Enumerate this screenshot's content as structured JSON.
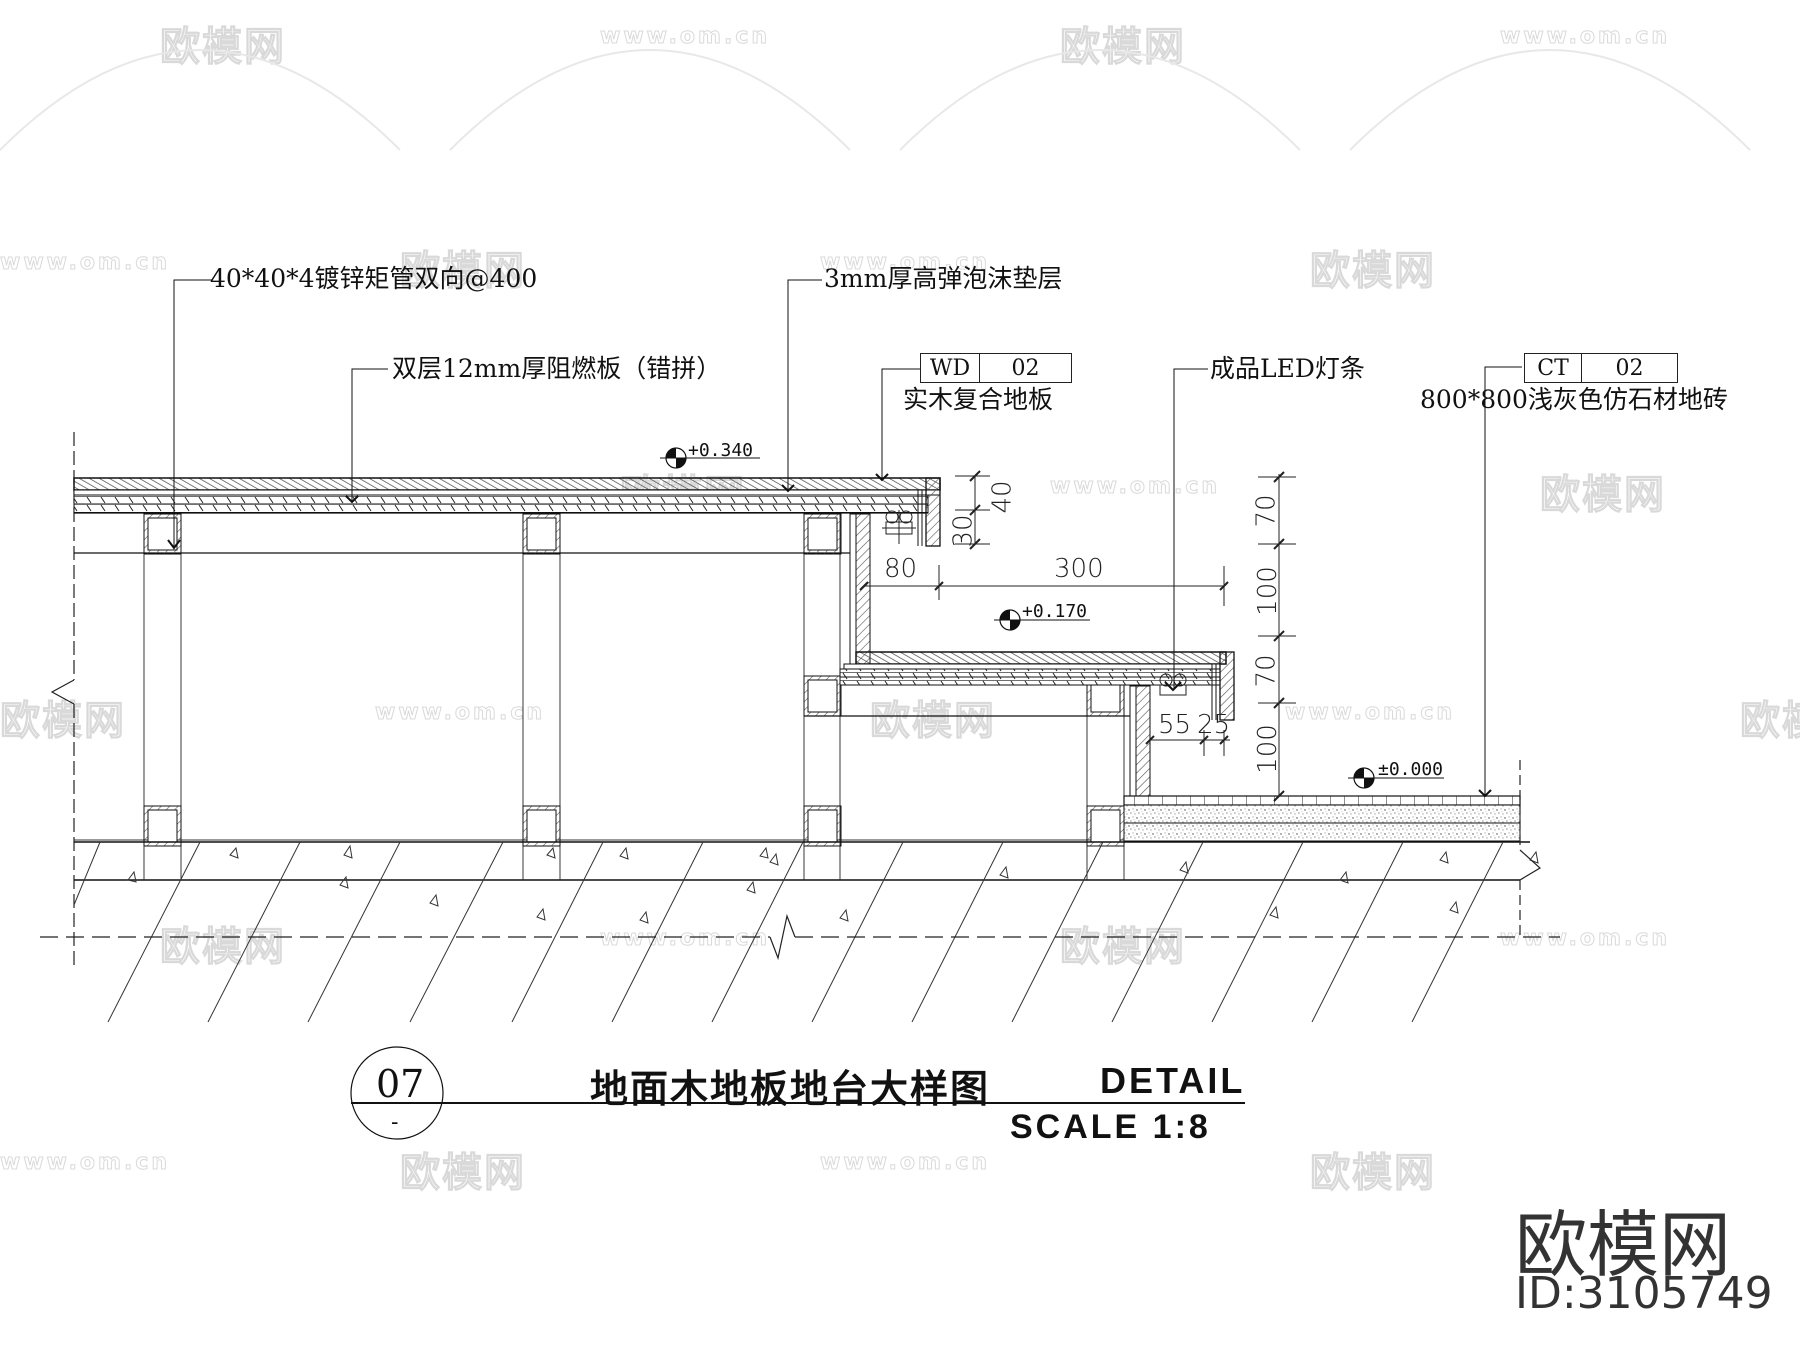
{
  "drawing": {
    "number": "07",
    "sheet_ref": "-",
    "title_cn": "地面木地板地台大样图",
    "title_en": "DETAIL",
    "scale": "SCALE 1:8"
  },
  "callouts": {
    "steel_tube": "40*40*4镀锌矩管双向@400",
    "fire_board": "双层12mm厚阻燃板（错拼）",
    "foam_pad": "3mm厚高弹泡沫垫层",
    "wood_floor": {
      "code": "WD",
      "num": "02",
      "desc": "实木复合地板"
    },
    "led_strip": "成品LED灯条",
    "floor_tile": {
      "code": "CT",
      "num": "02",
      "desc": "800*800浅灰色仿石材地砖"
    }
  },
  "elevations": {
    "upper": "+0.340",
    "middle": "+0.170",
    "ground": "±0.000"
  },
  "dimensions": {
    "top_step_total": "40",
    "top_step_inner": "30",
    "setback": "80",
    "tread": "300",
    "led_gap": "55",
    "led_lip": "25",
    "right_chain": [
      "70",
      "100",
      "70",
      "100"
    ]
  },
  "watermark": {
    "brand": "欧模网",
    "url": "www.om.cn",
    "id_label": "ID:3105749"
  },
  "colors": {
    "line": "#111111",
    "hatch": "#555555",
    "watermark": "#d9d9d9"
  }
}
